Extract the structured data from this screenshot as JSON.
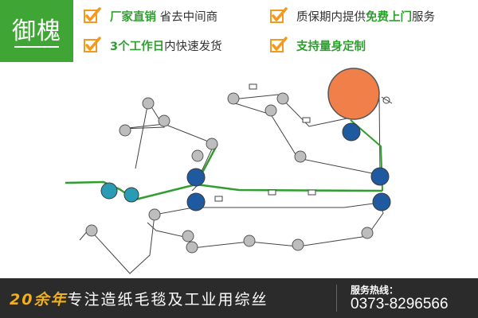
{
  "brand": {
    "logo_text": "御槐"
  },
  "features": [
    {
      "highlight": "厂家直销",
      "text": " 省去中间商"
    },
    {
      "text": "质保期内提供",
      "highlight": "免费上门",
      "text_after": "服务"
    },
    {
      "highlight": "3个工作日",
      "text": "内快速发货"
    },
    {
      "highlight": "支持量身定制"
    }
  ],
  "footer": {
    "years": "20余年",
    "slogan": "专注造纸毛毯及工业用综丝",
    "hotline_label": "服务热线：",
    "hotline_number": "0373-8296566"
  },
  "colors": {
    "brand_green": "#3fa535",
    "check_orange": "#f39a1e",
    "felt_line": "#2f9e2f",
    "big_roll": "#f07f4a",
    "press_roll_blue": "#1f5aa0",
    "entry_roll_teal": "#2a9bb5",
    "guide_roll_gray": "#bdbdbd",
    "footer_bg": "#2b2b2b",
    "slogan_years": "#f2b01e"
  },
  "icons": [
    "check-icon"
  ]
}
